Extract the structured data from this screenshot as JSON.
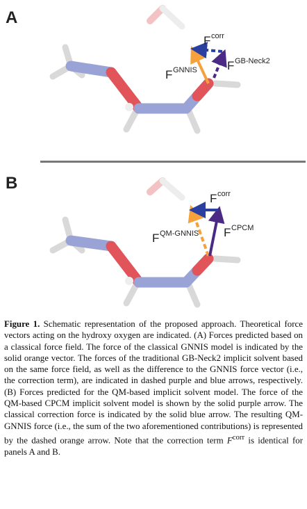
{
  "panels": [
    {
      "letter": "A",
      "vectors": [
        {
          "label_main": "F",
          "label_sup": "corr"
        },
        {
          "label_main": "F",
          "label_sup": "GNNIS"
        },
        {
          "label_main": "F",
          "label_sup": "GB-Neck2"
        }
      ]
    },
    {
      "letter": "B",
      "vectors": [
        {
          "label_main": "F",
          "label_sup": "corr"
        },
        {
          "label_main": "F",
          "label_sup": "QM-GNNIS"
        },
        {
          "label_main": "F",
          "label_sup": "CPCM"
        }
      ]
    }
  ],
  "colors": {
    "carbon": "#9aa3d6",
    "oxygen": "#e0545a",
    "hydrogen": "#d9d9d9",
    "orange_arrow": "#f5a23c",
    "purple_arrow": "#4b2a86",
    "blue_arrow": "#2a3fa0",
    "divider": "#777777"
  },
  "caption": {
    "label": "Figure 1.",
    "text": "Schematic representation of the proposed approach. Theoretical force vectors acting on the hydroxy oxygen are indicated. (A) Forces predicted based on a classical force field. The force of the classical GNNIS model is indicated by the solid orange vector. The forces of the traditional GB-Neck2 implicit solvent based on the same force field, as well as the difference to the GNNIS force vector (i.e., the correction term), are indicated in dashed purple and blue arrows, respectively. (B) Forces predicted for the QM-based implicit solvent model. The force of the QM-based CPCM implicit solvent model is shown by the solid purple arrow. The classical correction force is indicated by the solid blue arrow. The resulting QM-GNNIS force (i.e., the sum of the two aforementioned contributions) is represented by the dashed orange arrow. Note that the correction term ",
    "term_main": "F",
    "term_sup": "corr",
    "tail": " is identical for panels A and B."
  }
}
